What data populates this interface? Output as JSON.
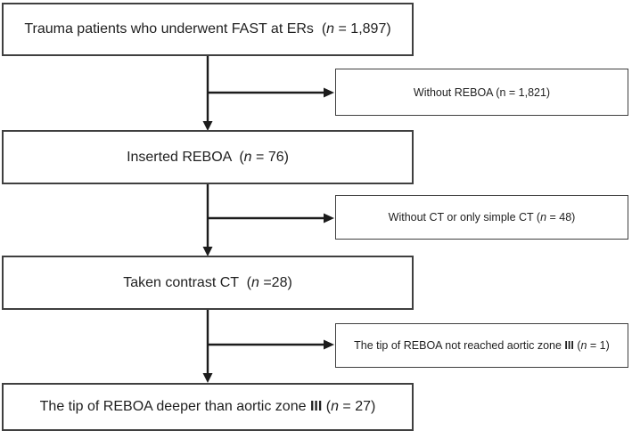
{
  "colors": {
    "background": "#ffffff",
    "box_border": "#3f3f3f",
    "arrow": "#1c1c1c",
    "text": "#1f1f1f"
  },
  "flow": {
    "main_boxes": [
      {
        "segments": [
          {
            "text": "Trauma patients who underwent FAST at ERs  (",
            "style": "normal"
          },
          {
            "text": "n",
            "style": "italic"
          },
          {
            "text": " = 1,897)",
            "style": "normal"
          }
        ]
      },
      {
        "segments": [
          {
            "text": "Inserted REBOA  (",
            "style": "normal"
          },
          {
            "text": "n",
            "style": "italic"
          },
          {
            "text": " = 76)",
            "style": "normal"
          }
        ]
      },
      {
        "segments": [
          {
            "text": "Taken contrast CT  (",
            "style": "normal"
          },
          {
            "text": "n",
            "style": "italic"
          },
          {
            "text": " =28)",
            "style": "normal"
          }
        ]
      },
      {
        "segments": [
          {
            "text": "The tip of REBOA deeper than aortic zone ",
            "style": "normal"
          },
          {
            "text": "III",
            "style": "bold"
          },
          {
            "text": " (",
            "style": "normal"
          },
          {
            "text": "n",
            "style": "italic"
          },
          {
            "text": " = 27)",
            "style": "normal"
          }
        ]
      }
    ],
    "side_boxes": [
      {
        "segments": [
          {
            "text": "Without REBOA (n = 1,821)",
            "style": "normal"
          }
        ]
      },
      {
        "segments": [
          {
            "text": "Without CT or only simple CT (",
            "style": "normal"
          },
          {
            "text": "n",
            "style": "italic"
          },
          {
            "text": " = 48)",
            "style": "normal"
          }
        ]
      },
      {
        "segments": [
          {
            "text": "The tip of REBOA not reached aortic zone ",
            "style": "normal"
          },
          {
            "text": "III",
            "style": "bold"
          },
          {
            "text": " (",
            "style": "normal"
          },
          {
            "text": "n",
            "style": "italic"
          },
          {
            "text": " = 1)",
            "style": "normal"
          }
        ]
      }
    ]
  }
}
